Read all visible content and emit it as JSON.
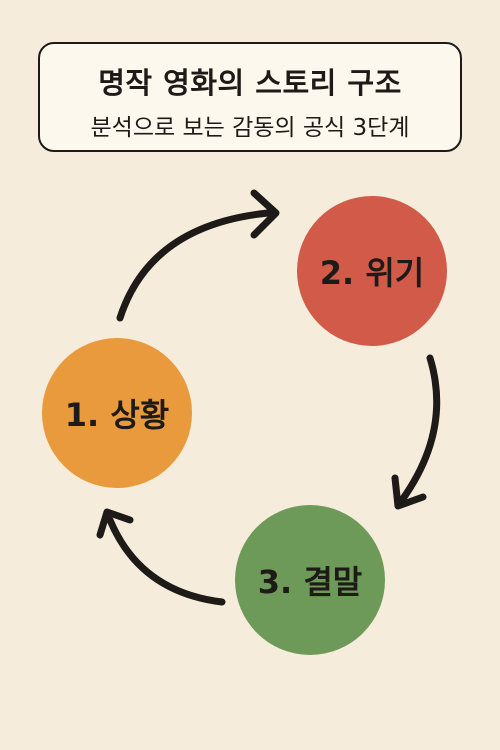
{
  "header": {
    "title": "명작 영화의 스토리 구조",
    "subtitle": "분석으로 보는 감동의 공식 3단계"
  },
  "stages": [
    {
      "label": "1. 상황",
      "color": "#e89a3c"
    },
    {
      "label": "2. 위기",
      "color": "#d15a49"
    },
    {
      "label": "3. 결말",
      "color": "#6d9a58"
    }
  ],
  "colors": {
    "background": "#f5ecdc",
    "ink": "#1e1a17"
  }
}
